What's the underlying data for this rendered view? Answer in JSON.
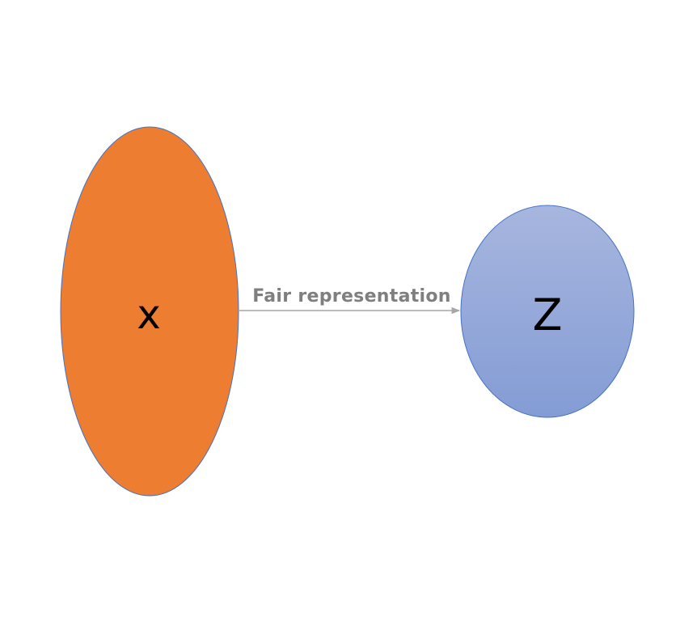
{
  "nodes": {
    "x": {
      "label": "x",
      "fill": "#ED7D31",
      "stroke": "#4472C4"
    },
    "z": {
      "label": "Z",
      "fill_top": "#A7B6DE",
      "fill_bottom": "#849CD5",
      "stroke": "#4472C4"
    }
  },
  "edge": {
    "label": "Fair representation",
    "color": "#A6A6A6",
    "label_color": "#7F7F7F"
  }
}
